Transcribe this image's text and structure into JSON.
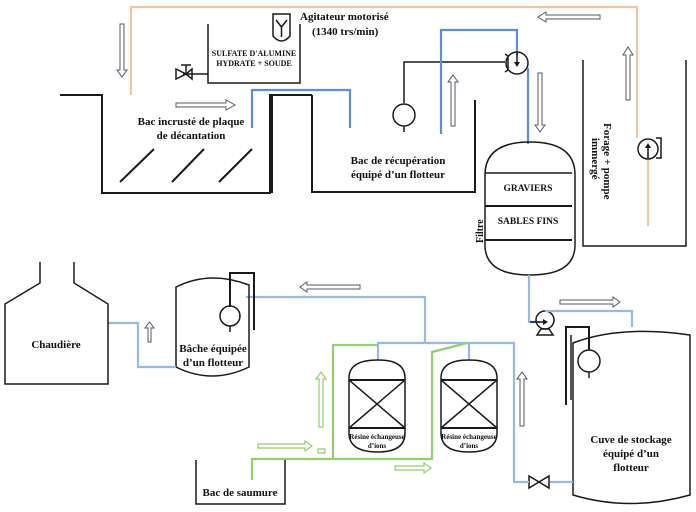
{
  "diagram": {
    "title": "Schéma du circuit de traitement d'eau",
    "colors": {
      "raw_water_line": "#f7c69a",
      "treated_water_line": "#5b8fd6",
      "softened_water_line": "#97b9e6",
      "brine_line": "#8fd16a",
      "equipment": "#1a1a1a"
    },
    "labels": {
      "agitator_line1": "Agitateur motorisé",
      "agitator_line2": "(1340 trs/min)",
      "reagent_tank_line1": "SULFATE D'ALUMINE",
      "reagent_tank_line2": "HYDRATE + SOUDE",
      "settling_tank_line1": "Bac incrusté de plaque",
      "settling_tank_line2": "de décantation",
      "recovery_tank_line1": "Bac de récupération",
      "recovery_tank_line2": "équipé d’un flotteur",
      "filter_layer_1": "GRAVIERS",
      "filter_layer_2": "SABLES FINS",
      "filter": "Filtre",
      "well_line1": "Forage + pompe",
      "well_line2": "immergé",
      "boiler": "Chaudière",
      "feed_tank_line1": "Bâche équipée",
      "feed_tank_line2": "d’un flotteur",
      "resin_1_line1": "Résine échangeuse",
      "resin_1_line2": "d’ions",
      "resin_2_line1": "Résine échangeuse",
      "resin_2_line2": "d’ions",
      "brine_tank": "Bac de saumure",
      "storage_tank_line1": "Cuve de stockage",
      "storage_tank_line2": "équipé d’un",
      "storage_tank_line3": "flotteur"
    },
    "icons": {
      "agitator": "agitator-icon",
      "valve": "valve-icon",
      "pump": "pump-icon",
      "float": "float-icon",
      "flow_arrow": "flow-arrow-icon"
    }
  }
}
